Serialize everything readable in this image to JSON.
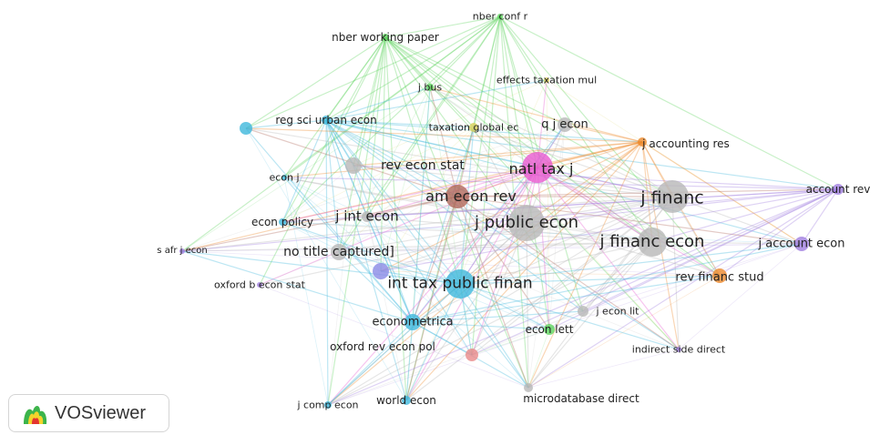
{
  "clusters": {
    "green": "#5ed45e",
    "cyan": "#3fb8dc",
    "pink": "#e85ad0",
    "orange": "#ee8a2c",
    "purple": "#a07ee0",
    "brown": "#b0685a",
    "gray": "#b8b8b8",
    "olive": "#d9d05a",
    "red": "#e88a8a",
    "lavender": "#8a8ae6"
  },
  "nodes": [
    {
      "id": "nber-conf-r",
      "label": "nber conf r",
      "cluster": "green",
      "weight": 1
    },
    {
      "id": "nber-working-paper",
      "label": "nber working paper",
      "cluster": "green",
      "weight": 1
    },
    {
      "id": "effects-taxation-mul",
      "label": "effects taxation mul",
      "cluster": "olive",
      "weight": 1
    },
    {
      "id": "j-bus",
      "label": "j bus",
      "cluster": "green",
      "weight": 1
    },
    {
      "id": "reg-sci-urban-econ",
      "label": "reg sci urban econ",
      "cluster": "cyan",
      "weight": 2
    },
    {
      "id": "unlabeled-cyan",
      "label": "",
      "cluster": "cyan",
      "weight": 2
    },
    {
      "id": "taxation-global-ec",
      "label": "taxation global ec",
      "cluster": "olive",
      "weight": 1
    },
    {
      "id": "q-j-econ",
      "label": "q j econ",
      "cluster": "gray",
      "weight": 2
    },
    {
      "id": "j-accounting-res",
      "label": "j accounting res",
      "cluster": "orange",
      "weight": 2
    },
    {
      "id": "rev-econ-stat",
      "label": "rev econ stat",
      "cluster": "gray",
      "weight": 3
    },
    {
      "id": "natl-tax-j",
      "label": "natl tax j",
      "cluster": "pink",
      "weight": 5
    },
    {
      "id": "econ-j",
      "label": "econ j",
      "cluster": "cyan",
      "weight": 1
    },
    {
      "id": "am-econ-rev",
      "label": "am econ rev",
      "cluster": "brown",
      "weight": 5
    },
    {
      "id": "j-financ",
      "label": "j financ",
      "cluster": "gray",
      "weight": 5
    },
    {
      "id": "account-rev",
      "label": "account rev",
      "cluster": "purple",
      "weight": 2
    },
    {
      "id": "j-int-econ",
      "label": "j int econ",
      "cluster": "gray",
      "weight": 3
    },
    {
      "id": "econ-policy",
      "label": "econ policy",
      "cluster": "cyan",
      "weight": 1
    },
    {
      "id": "j-public-econ",
      "label": "j public econ",
      "cluster": "gray",
      "weight": 6
    },
    {
      "id": "j-financ-econ",
      "label": "j financ econ",
      "cluster": "gray",
      "weight": 5
    },
    {
      "id": "j-account-econ",
      "label": "j account econ",
      "cluster": "purple",
      "weight": 2
    },
    {
      "id": "s-afr-j-econ",
      "label": "s afr j econ",
      "cluster": "purple",
      "weight": 1
    },
    {
      "id": "no-title-captured",
      "label": "no title captured]",
      "cluster": "gray",
      "weight": 3
    },
    {
      "id": "rev-financ-stud",
      "label": "rev financ stud",
      "cluster": "orange",
      "weight": 2
    },
    {
      "id": "unlabeled-lavender",
      "label": "",
      "cluster": "lavender",
      "weight": 2
    },
    {
      "id": "oxford-b-econ-stat",
      "label": "oxford b econ stat",
      "cluster": "purple",
      "weight": 1
    },
    {
      "id": "int-tax-public-finan",
      "label": "int tax public finan",
      "cluster": "cyan",
      "weight": 5
    },
    {
      "id": "j-econ-lit",
      "label": "j econ lit",
      "cluster": "gray",
      "weight": 1
    },
    {
      "id": "econometrica",
      "label": "econometrica",
      "cluster": "cyan",
      "weight": 3
    },
    {
      "id": "econ-lett",
      "label": "econ lett",
      "cluster": "green",
      "weight": 2
    },
    {
      "id": "oxford-rev-econ-pol",
      "label": "oxford rev econ pol",
      "cluster": "red",
      "weight": 2
    },
    {
      "id": "indirect-side-direct",
      "label": "indirect side direct",
      "cluster": "purple",
      "weight": 1
    },
    {
      "id": "j-comp-econ",
      "label": "j comp econ",
      "cluster": "cyan",
      "weight": 1
    },
    {
      "id": "world-econ",
      "label": "world econ",
      "cluster": "cyan",
      "weight": 1
    },
    {
      "id": "microdatabase-direct",
      "label": "microdatabase direct",
      "cluster": "gray",
      "weight": 1
    }
  ],
  "footer": {
    "brand": "VOSviewer"
  }
}
